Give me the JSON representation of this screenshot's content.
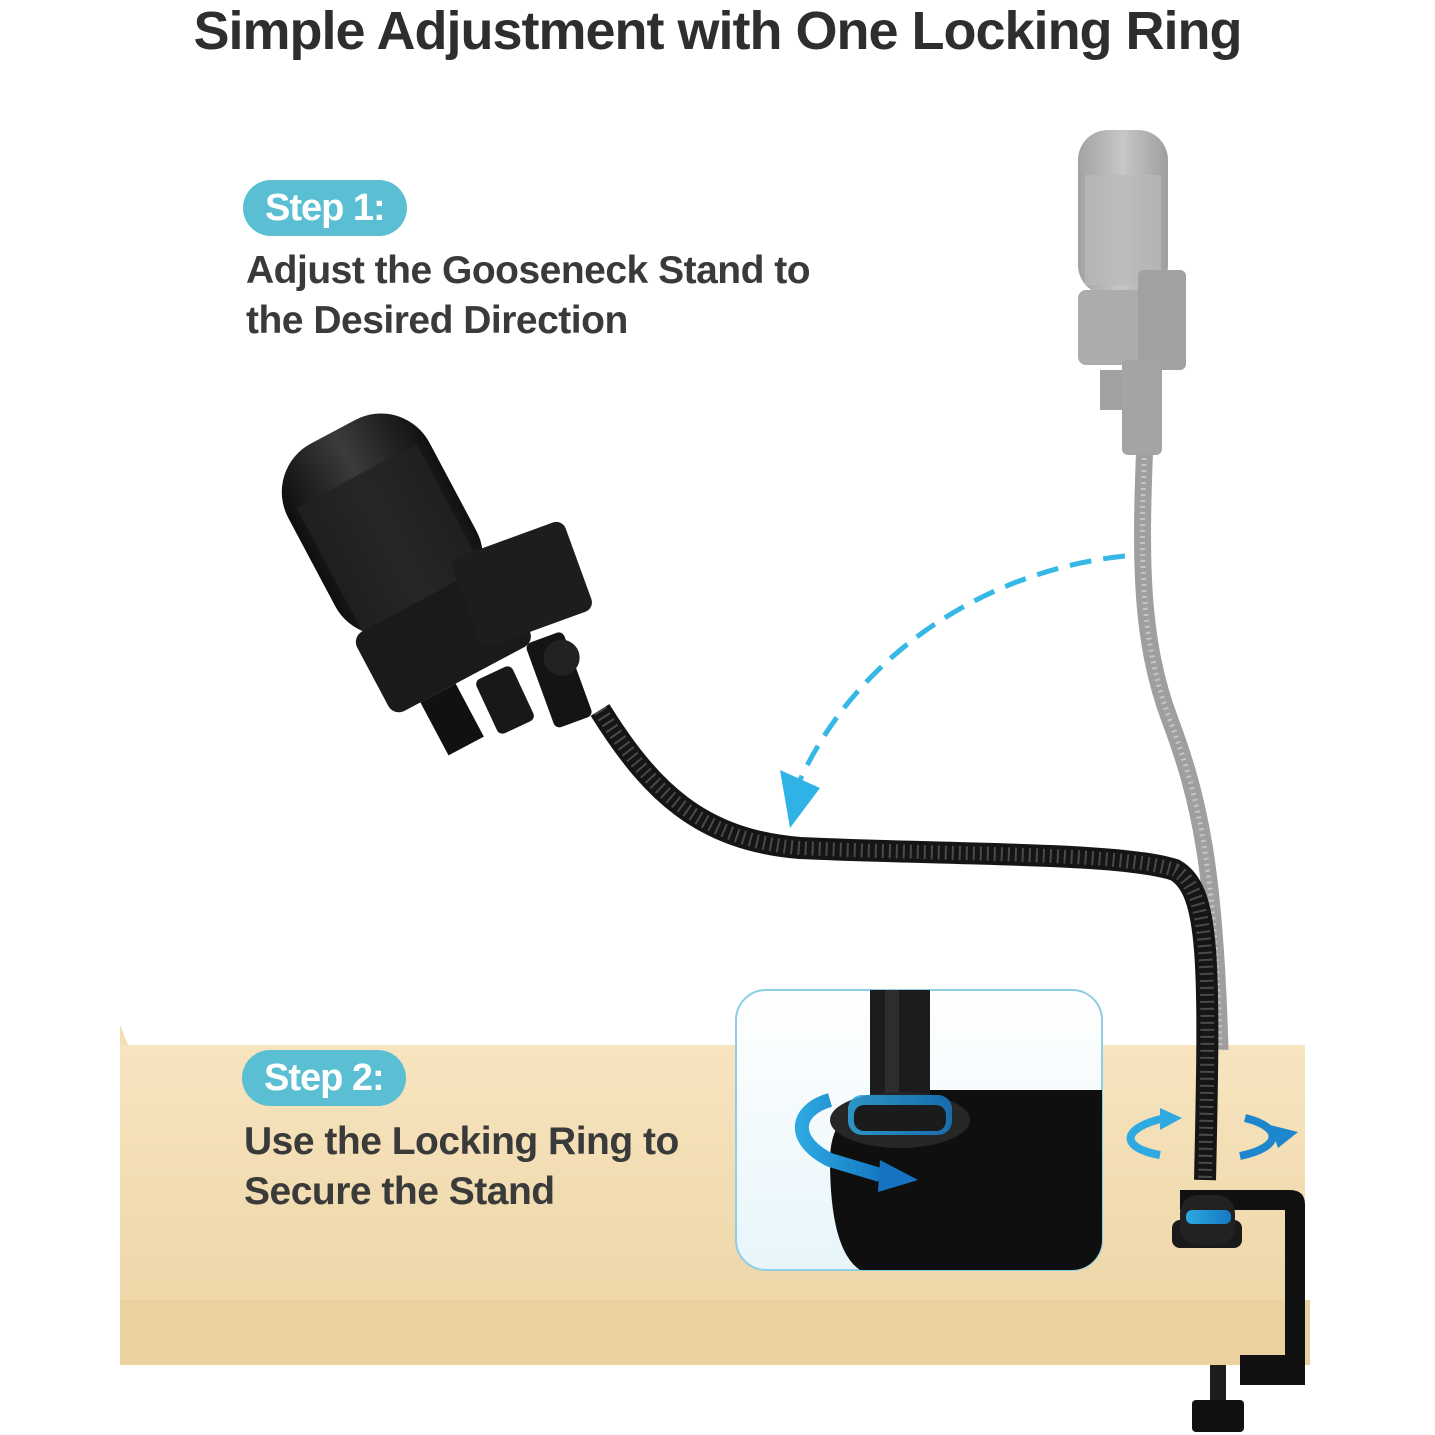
{
  "title": "Simple Adjustment with One Locking Ring",
  "step1": {
    "badge": "Step 1:",
    "line1": "Adjust the Gooseneck Stand to",
    "line2": "the Desired Direction"
  },
  "step2": {
    "badge": "Step 2:",
    "line1": "Use the Locking Ring to",
    "line2": "Secure the Stand"
  },
  "colors": {
    "accent": "#5bbfd3",
    "arrow": "#2fb7e8",
    "desk": "#f5deb3",
    "metal": "#1b1b1b",
    "ghost": "#a9a9a9"
  },
  "icons": [
    "rotate-arrows-icon",
    "curved-dashed-arrow-icon",
    "locking-ring-arrow-icon"
  ]
}
